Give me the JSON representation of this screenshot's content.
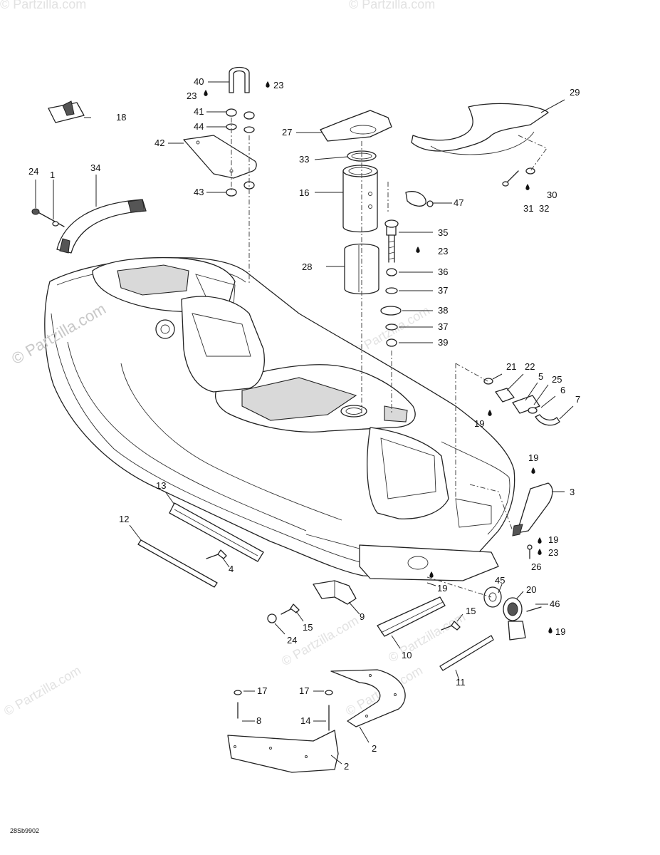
{
  "watermark": {
    "main": "© Partzilla.com",
    "faint": "© Partzilla.com"
  },
  "drawing_code": "28Sb9902",
  "callouts": [
    {
      "id": "c40",
      "text": "40"
    },
    {
      "id": "c23a",
      "text": "23"
    },
    {
      "id": "c23b",
      "text": "23"
    },
    {
      "id": "c41",
      "text": "41"
    },
    {
      "id": "c44",
      "text": "44"
    },
    {
      "id": "c42",
      "text": "42"
    },
    {
      "id": "c43",
      "text": "43"
    },
    {
      "id": "c18",
      "text": "18"
    },
    {
      "id": "c24a",
      "text": "24"
    },
    {
      "id": "c1",
      "text": "1"
    },
    {
      "id": "c34",
      "text": "34"
    },
    {
      "id": "c27",
      "text": "27"
    },
    {
      "id": "c33",
      "text": "33"
    },
    {
      "id": "c16",
      "text": "16"
    },
    {
      "id": "c28",
      "text": "28"
    },
    {
      "id": "c29",
      "text": "29"
    },
    {
      "id": "c30",
      "text": "30"
    },
    {
      "id": "c31",
      "text": "31"
    },
    {
      "id": "c32",
      "text": "32"
    },
    {
      "id": "c47",
      "text": "47"
    },
    {
      "id": "c35",
      "text": "35"
    },
    {
      "id": "c23c",
      "text": "23"
    },
    {
      "id": "c36",
      "text": "36"
    },
    {
      "id": "c37a",
      "text": "37"
    },
    {
      "id": "c38",
      "text": "38"
    },
    {
      "id": "c37b",
      "text": "37"
    },
    {
      "id": "c39",
      "text": "39"
    },
    {
      "id": "c21",
      "text": "21"
    },
    {
      "id": "c22",
      "text": "22"
    },
    {
      "id": "c5",
      "text": "5"
    },
    {
      "id": "c25",
      "text": "25"
    },
    {
      "id": "c6",
      "text": "6"
    },
    {
      "id": "c7",
      "text": "7"
    },
    {
      "id": "c19a",
      "text": "19"
    },
    {
      "id": "c19b",
      "text": "19"
    },
    {
      "id": "c3",
      "text": "3"
    },
    {
      "id": "c19c",
      "text": "19"
    },
    {
      "id": "c23d",
      "text": "23"
    },
    {
      "id": "c26",
      "text": "26"
    },
    {
      "id": "c13",
      "text": "13"
    },
    {
      "id": "c12",
      "text": "12"
    },
    {
      "id": "c4",
      "text": "4"
    },
    {
      "id": "c19d",
      "text": "19"
    },
    {
      "id": "c45",
      "text": "45"
    },
    {
      "id": "c20",
      "text": "20"
    },
    {
      "id": "c46",
      "text": "46"
    },
    {
      "id": "c19e",
      "text": "19"
    },
    {
      "id": "c9",
      "text": "9"
    },
    {
      "id": "c15a",
      "text": "15"
    },
    {
      "id": "c24b",
      "text": "24"
    },
    {
      "id": "c15b",
      "text": "15"
    },
    {
      "id": "c10",
      "text": "10"
    },
    {
      "id": "c11",
      "text": "11"
    },
    {
      "id": "c17a",
      "text": "17"
    },
    {
      "id": "c17b",
      "text": "17"
    },
    {
      "id": "c8",
      "text": "8"
    },
    {
      "id": "c14",
      "text": "14"
    },
    {
      "id": "c2a",
      "text": "2"
    },
    {
      "id": "c2b",
      "text": "2"
    }
  ]
}
